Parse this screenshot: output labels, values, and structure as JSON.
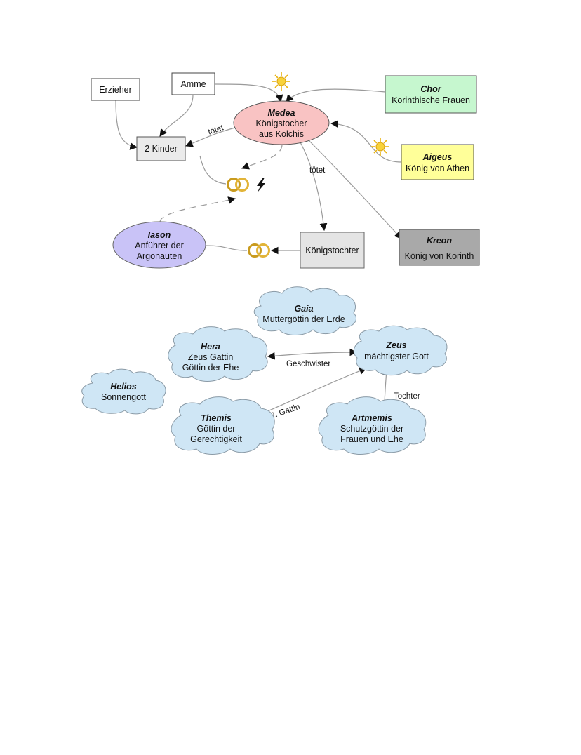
{
  "medea_map": {
    "nodes": {
      "medea": {
        "title": "Medea",
        "lines": [
          "Königstocher",
          "aus Kolchis"
        ],
        "fill": "#f9c3c3"
      },
      "erzieher": {
        "lines": [
          "Erzieher"
        ],
        "fill": "#ffffff"
      },
      "amme": {
        "lines": [
          "Amme"
        ],
        "fill": "#ffffff"
      },
      "chor": {
        "title": "Chor",
        "lines": [
          "Korinthische Frauen"
        ],
        "fill": "#c6f7cf"
      },
      "kinder": {
        "lines": [
          "2 Kinder"
        ],
        "fill": "#ebebeb"
      },
      "aigeus": {
        "title": "Aigeus",
        "lines": [
          "König von Athen"
        ],
        "fill": "#ffff99"
      },
      "iason": {
        "title": "Iason",
        "lines": [
          "Anführer der",
          "Argonauten"
        ],
        "fill": "#c9c3f7"
      },
      "koenigstochter": {
        "lines": [
          "Königstochter"
        ],
        "fill": "#e4e4e4"
      },
      "kreon": {
        "title": "Kreon",
        "lines": [
          "König von Korinth"
        ],
        "fill": "#a9a9a9"
      }
    },
    "edge_labels": {
      "toetet_kinder": "tötet",
      "toetet_tochter": "tötet"
    }
  },
  "gods_map": {
    "clouds": {
      "gaia": {
        "title": "Gaia",
        "lines": [
          "Muttergöttin der Erde"
        ]
      },
      "hera": {
        "title": "Hera",
        "lines": [
          "Zeus Gattin",
          "Göttin der Ehe"
        ]
      },
      "zeus": {
        "title": "Zeus",
        "lines": [
          "mächtigster Gott"
        ]
      },
      "helios": {
        "title": "Helios",
        "lines": [
          "Sonnengott"
        ]
      },
      "themis": {
        "title": "Themis",
        "lines": [
          "Göttin der",
          "Gerechtigkeit"
        ]
      },
      "artmemis": {
        "title": "Artmemis",
        "lines": [
          "Schutzgöttin der",
          "Frauen und Ehe"
        ]
      }
    },
    "cloud_fill": "#cfe6f5",
    "edge_labels": {
      "geschwister": "Geschwister",
      "gattin": "2. Gattin",
      "tochter": "Tochter"
    }
  },
  "icons": [
    "sun-icon",
    "wedding-rings-icon",
    "lightning-icon"
  ],
  "colors": {
    "edge": "#9a9a9a",
    "sun": "#f2c21b",
    "rings": "#d9a82a"
  }
}
